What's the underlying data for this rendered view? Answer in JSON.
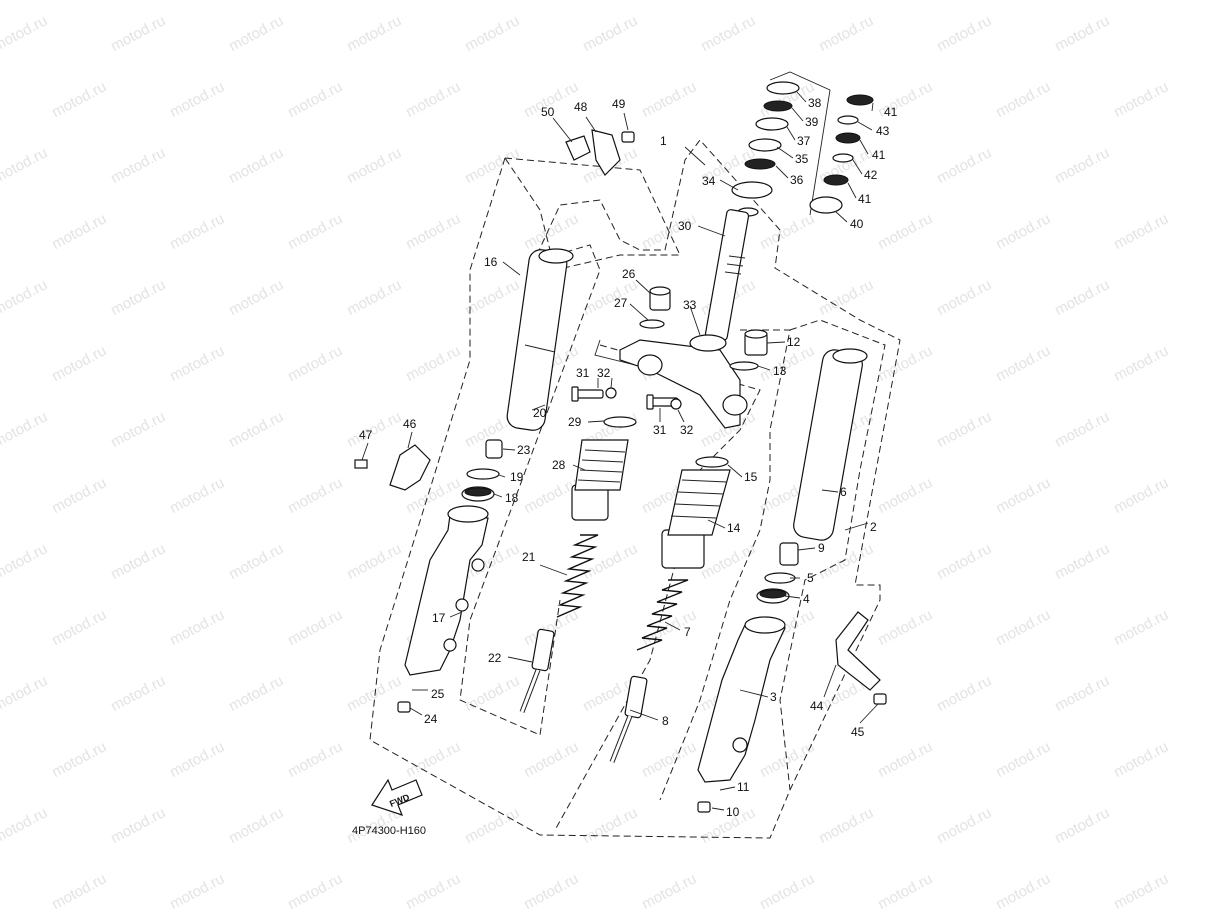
{
  "watermark": "motod.ru",
  "diagram_code": "4P74300-H160",
  "fwd_label": "FWD",
  "labels": {
    "p1": "1",
    "p2": "2",
    "p3": "3",
    "p4": "4",
    "p5": "5",
    "p6": "6",
    "p7": "7",
    "p8": "8",
    "p9": "9",
    "p10": "10",
    "p11": "11",
    "p12": "12",
    "p13": "13",
    "p14": "14",
    "p15": "15",
    "p16": "16",
    "p17": "17",
    "p18": "18",
    "p19": "19",
    "p20": "20",
    "p21": "21",
    "p22": "22",
    "p23": "23",
    "p24": "24",
    "p25": "25",
    "p26": "26",
    "p27": "27",
    "p28": "28",
    "p29": "29",
    "p30": "30",
    "p31a": "31",
    "p31b": "31",
    "p32a": "32",
    "p32b": "32",
    "p33": "33",
    "p34": "34",
    "p35": "35",
    "p36": "36",
    "p37": "37",
    "p38": "38",
    "p39": "39",
    "p40": "40",
    "p41a": "41",
    "p41b": "41",
    "p41c": "41",
    "p42": "42",
    "p43": "43",
    "p44": "44",
    "p45": "45",
    "p46": "46",
    "p47": "47",
    "p48": "48",
    "p49": "49",
    "p50": "50"
  },
  "colors": {
    "line": "#111111",
    "watermark": "#e3e3e3",
    "background": "#ffffff"
  }
}
